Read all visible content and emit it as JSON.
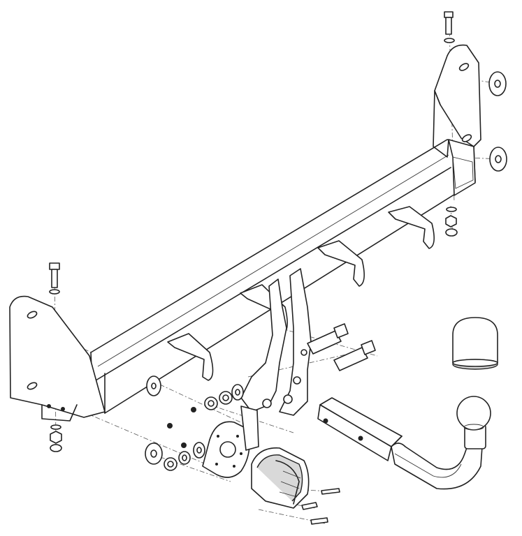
{
  "drawing": {
    "line_color": "#222222",
    "background": "#ffffff",
    "parts": [
      "crossbar",
      "left-side-bracket",
      "right-side-bracket",
      "tow-hook-bracket",
      "removable-tow-bar",
      "tow-ball-cover",
      "electrical-socket",
      "socket-mounting-plate",
      "bolts",
      "washers",
      "nuts"
    ]
  }
}
